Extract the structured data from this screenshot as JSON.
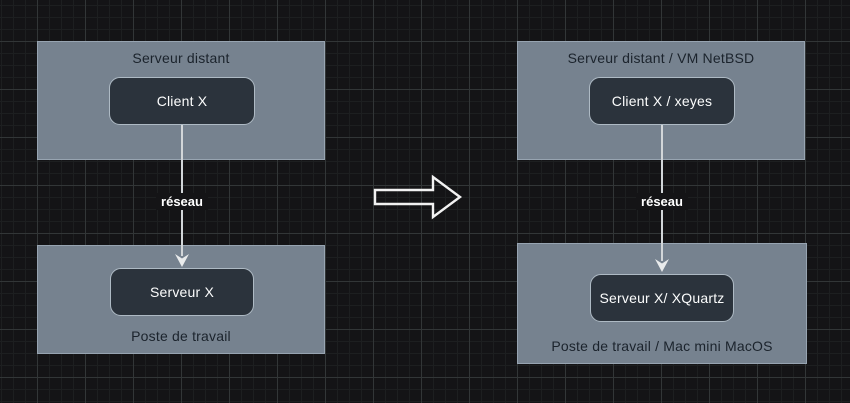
{
  "colors": {
    "canvas_bg": "#141416",
    "grid_minor": "#1d1f20",
    "grid_major": "#323637",
    "outer_box_fill": "#76828f",
    "outer_box_border": "#97a4b1",
    "inner_box_fill": "#2b333c",
    "inner_box_border": "#aebac4",
    "outer_title_color": "#1b232c",
    "inner_label_color": "#fcfdfd",
    "edge_color": "#d2d6d9",
    "transform_arrow_color": "#f2f2f2"
  },
  "icons": {
    "arrowhead_down": "chevron-arrowhead-down",
    "transform_arrow": "hollow-right-arrow"
  },
  "diagrams": [
    {
      "name": "x11-generic",
      "top_box": {
        "title": "Serveur distant",
        "node_label": "Client X"
      },
      "edge": {
        "label": "réseau"
      },
      "bottom_box": {
        "title": "Poste de travail",
        "node_label": "Serveur X"
      }
    },
    {
      "name": "x11-concrete",
      "top_box": {
        "title": "Serveur distant / VM NetBSD",
        "node_label": "Client X / xeyes"
      },
      "edge": {
        "label": "réseau"
      },
      "bottom_box": {
        "title": "Poste de travail / Mac mini MacOS",
        "node_label": "Serveur X/ XQuartz"
      }
    }
  ]
}
